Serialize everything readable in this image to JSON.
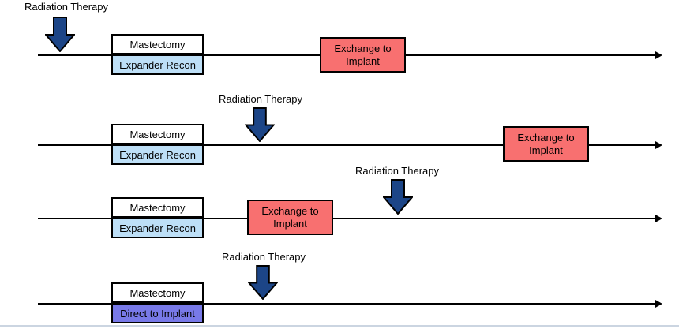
{
  "colors": {
    "background": "#ffffff",
    "text": "#000000",
    "line": "#000000",
    "box_border": "#000000",
    "arrow_fill": "#1C4587",
    "arrow_stroke": "#000000",
    "mastectomy_fill": "#ffffff",
    "expander_fill": "#BDDFF7",
    "direct_implant_fill": "#7879E8",
    "exchange_fill": "#F87070",
    "bottom_rule": "#CBD5E1"
  },
  "rows": [
    {
      "radiation_label": "Radiation Therapy",
      "procedure_top": "Mastectomy",
      "procedure_bottom": "Expander Recon",
      "event_line1": "Exchange to",
      "event_line2": "Implant"
    },
    {
      "radiation_label": "Radiation Therapy",
      "procedure_top": "Mastectomy",
      "procedure_bottom": "Expander Recon",
      "event_line1": "Exchange to",
      "event_line2": "Implant"
    },
    {
      "radiation_label": "Radiation Therapy",
      "procedure_top": "Mastectomy",
      "procedure_bottom": "Expander Recon",
      "event_line1": "Exchange to",
      "event_line2": "Implant"
    },
    {
      "radiation_label": "Radiation Therapy",
      "procedure_top": "Mastectomy",
      "procedure_bottom": "Direct to Implant"
    }
  ]
}
